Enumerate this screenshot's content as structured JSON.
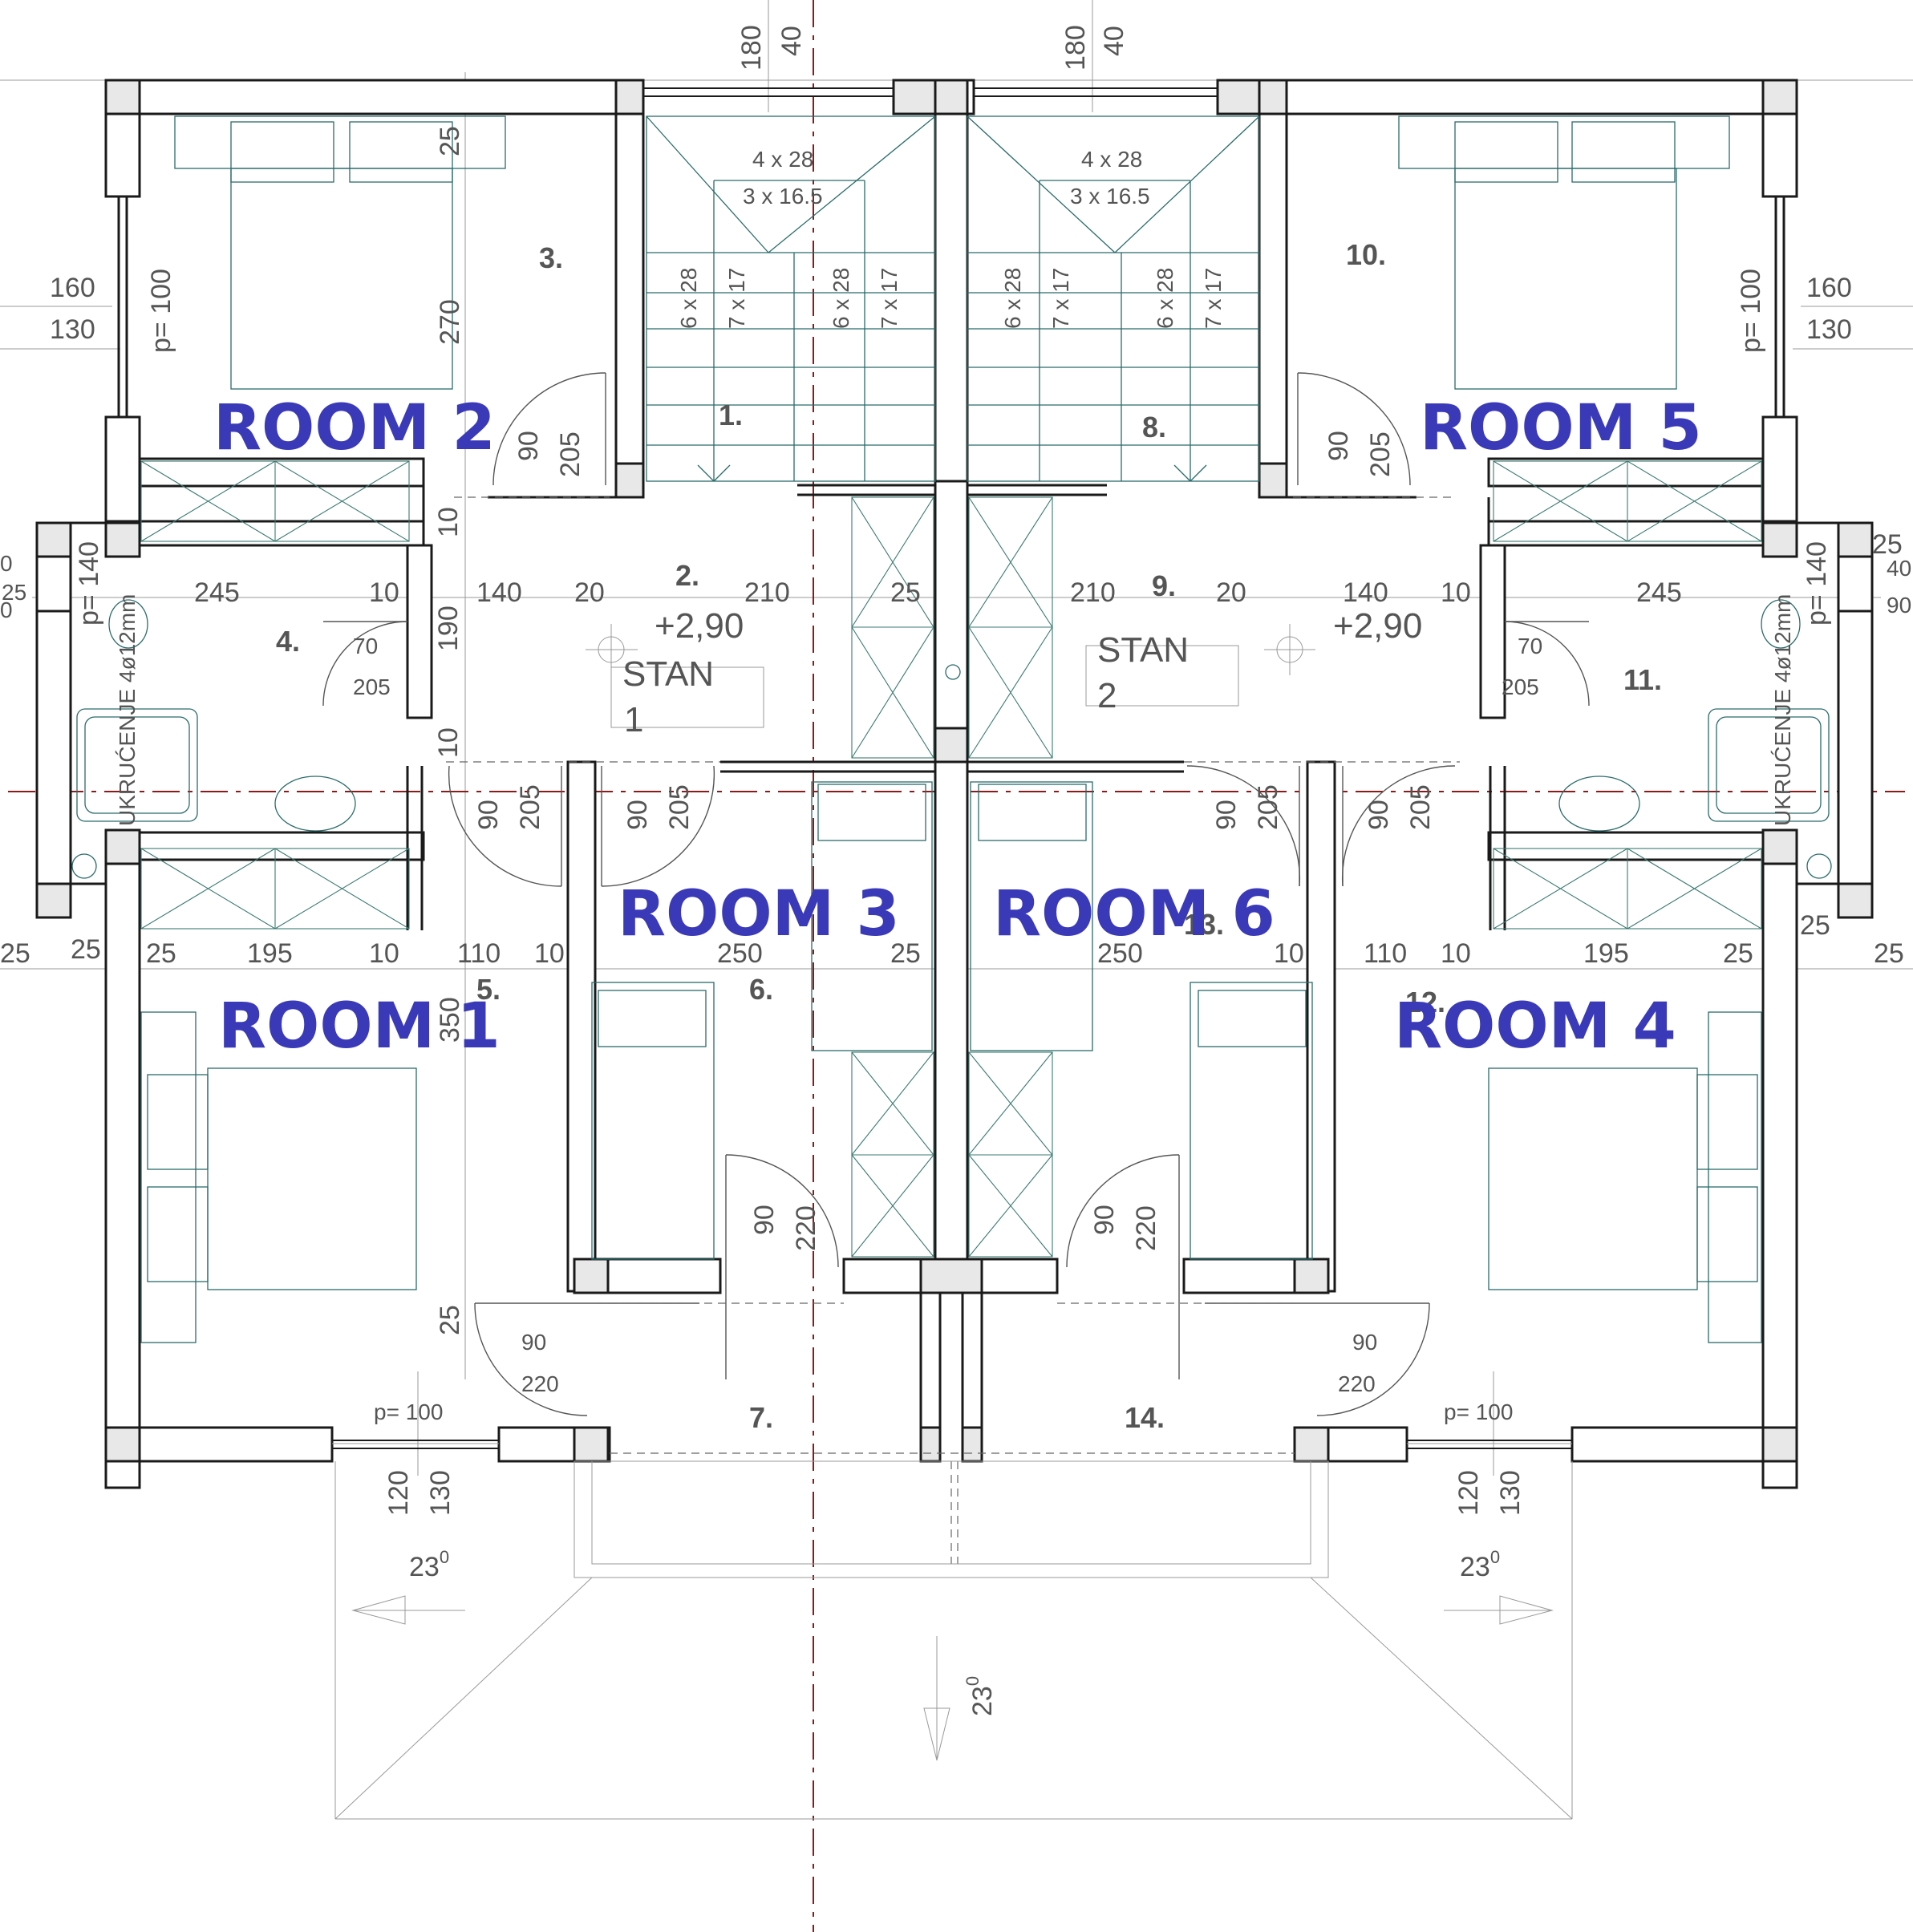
{
  "rooms": {
    "room1": "ROOM 1",
    "room2": "ROOM 2",
    "room3": "ROOM 3",
    "room4": "ROOM 4",
    "room5": "ROOM 5",
    "room6": "ROOM 6"
  },
  "space_numbers": {
    "n1": "1.",
    "n2": "2.",
    "n3": "3.",
    "n4": "4.",
    "n5": "5.",
    "n6": "6.",
    "n7": "7.",
    "n8": "8.",
    "n9": "9.",
    "n10": "10.",
    "n11": "11.",
    "n12": "12.",
    "n13": "13.",
    "n14": "14."
  },
  "apartments": {
    "stan": "STAN",
    "one": "1",
    "two": "2"
  },
  "level": "+2,90",
  "stairs": {
    "tread_a": "4 x 28",
    "riser_a": "3 x 16.5",
    "tread_b": "6 x 28",
    "riser_b": "7 x 17"
  },
  "dims": {
    "d180": "180",
    "d40": "40",
    "d25": "25",
    "d270": "270",
    "d160": "160",
    "d130": "130",
    "d100p": "p= 100",
    "d90": "90",
    "d205": "205",
    "d10": "10",
    "d245": "245",
    "d140": "140",
    "d20": "20",
    "d210": "210",
    "d190": "190",
    "d70": "70",
    "d195": "195",
    "d110": "110",
    "d250": "250",
    "d350": "350",
    "d220": "220",
    "d120": "120",
    "d0": "0",
    "p140": "p= 140",
    "ukrucenje": "UKRUĆENJE 4ø12mm"
  },
  "roof": {
    "angle": "23",
    "deg": "0"
  }
}
